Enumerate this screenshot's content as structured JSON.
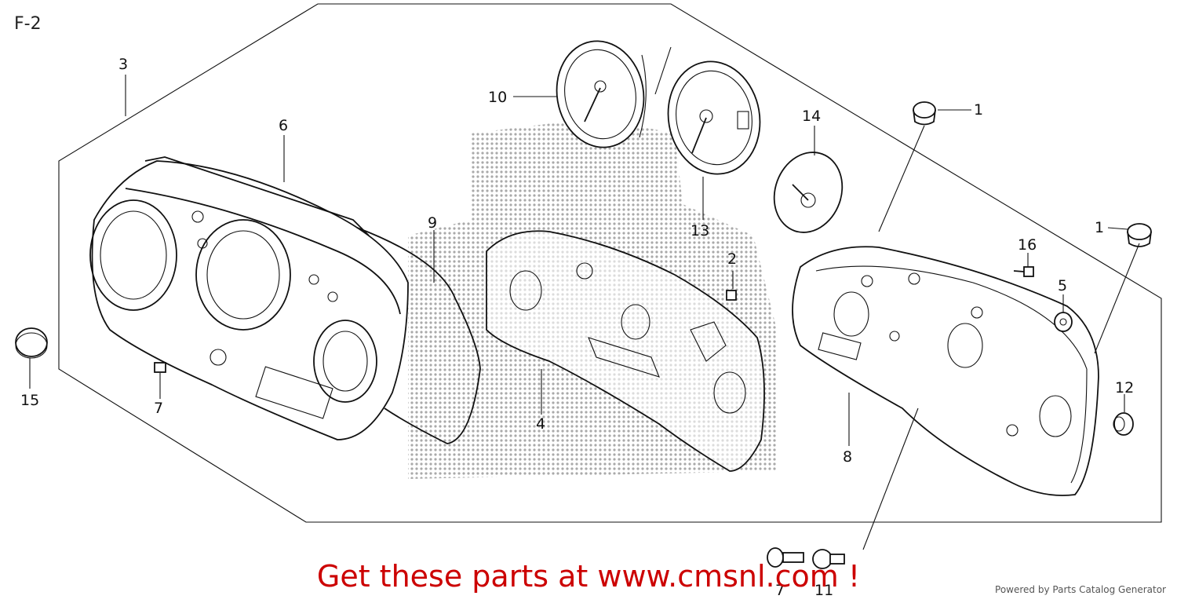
{
  "diagram": {
    "sheet_id": "F-2",
    "callouts": [
      {
        "id": "c1a",
        "text": "1"
      },
      {
        "id": "c1b",
        "text": "1"
      },
      {
        "id": "c2",
        "text": "2"
      },
      {
        "id": "c3",
        "text": "3"
      },
      {
        "id": "c4",
        "text": "4"
      },
      {
        "id": "c5",
        "text": "5"
      },
      {
        "id": "c6",
        "text": "6"
      },
      {
        "id": "c7a",
        "text": "7"
      },
      {
        "id": "c7b",
        "text": "7"
      },
      {
        "id": "c8",
        "text": "8"
      },
      {
        "id": "c9",
        "text": "9"
      },
      {
        "id": "c10",
        "text": "10"
      },
      {
        "id": "c11",
        "text": "11"
      },
      {
        "id": "c12",
        "text": "12"
      },
      {
        "id": "c13",
        "text": "13"
      },
      {
        "id": "c14",
        "text": "14"
      },
      {
        "id": "c15",
        "text": "15"
      },
      {
        "id": "c16",
        "text": "16"
      }
    ]
  },
  "promo": "Get these parts at www.cmsnl.com !",
  "footer": "Powered by Parts Catalog Generator",
  "colors": {
    "promo_text": "#cc0000",
    "line_art": "#111111",
    "watermark_dots": "#9a9a9a"
  }
}
